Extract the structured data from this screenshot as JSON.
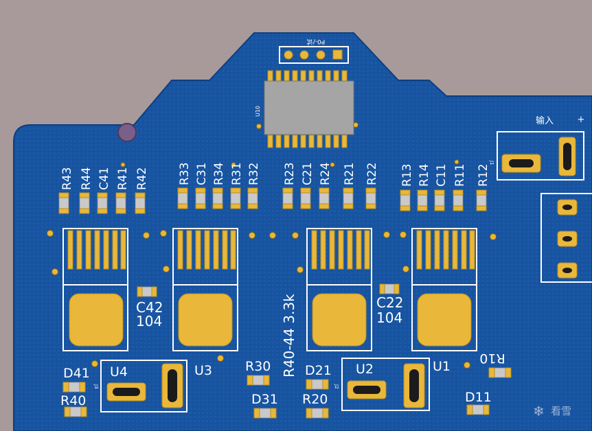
{
  "labels": {
    "j_top": "P0-/试",
    "u10": "U10",
    "input_label": "输入",
    "plus": "+",
    "j1": "J1",
    "j2": "J2",
    "j3": "J3",
    "r43": "R43",
    "r44": "R44",
    "c41": "C41",
    "r41": "R41",
    "r42": "R42",
    "r33": "R33",
    "c31": "C31",
    "r34": "R34",
    "r31": "R31",
    "r32": "R32",
    "r23": "R23",
    "c21": "C21",
    "r24": "R24",
    "r21": "R21",
    "r22": "R22",
    "r13": "R13",
    "r14": "R14",
    "c11": "C11",
    "r11": "R11",
    "r12": "R12",
    "c42": "C42",
    "c42v": "104",
    "c22": "C22",
    "c22v": "104",
    "note": "R40-44  3.3k",
    "d41": "D41",
    "r40": "R40",
    "u4": "U4",
    "u3": "U3",
    "r30": "R30",
    "d31": "D31",
    "d21": "D21",
    "r20": "R20",
    "u2": "U2",
    "u1": "U1",
    "r10": "R10",
    "d11": "D11",
    "watermark": "看雪"
  }
}
